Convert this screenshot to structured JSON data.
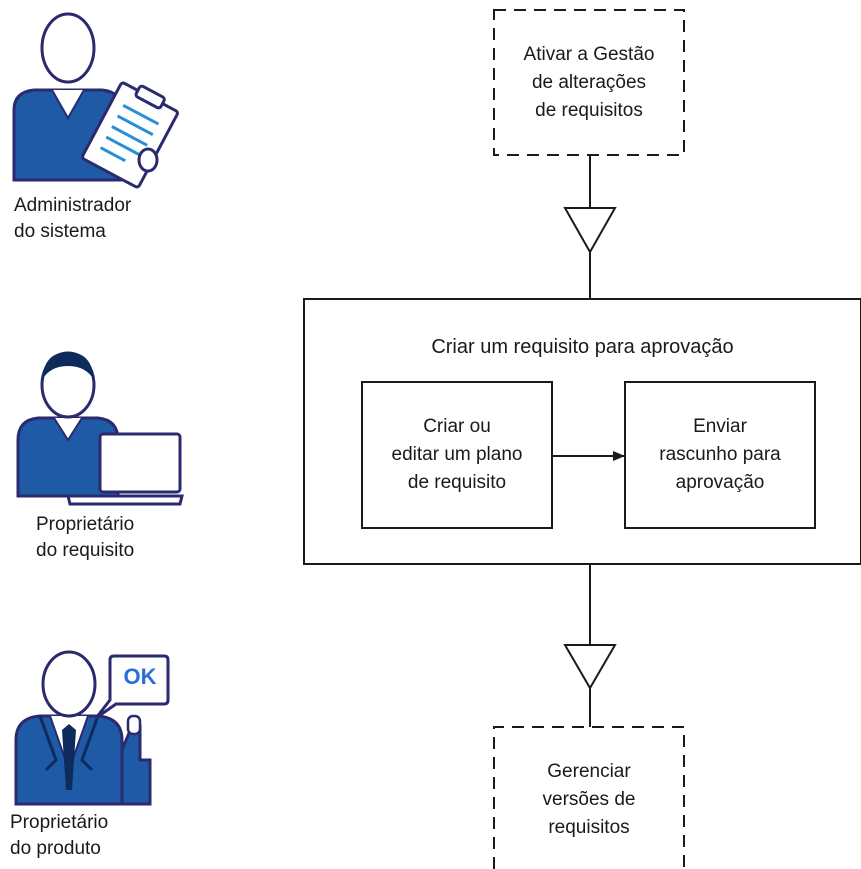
{
  "colors": {
    "figure_blue": "#1f5aa6",
    "figure_dark": "#0d2c5c",
    "outline_purple": "#2b2a6e",
    "line": "#1a1a1a",
    "ok_text": "#2a6fd6"
  },
  "roles": [
    {
      "icon": "administrator-clipboard-icon",
      "lines": [
        "Administrador",
        "do sistema"
      ]
    },
    {
      "icon": "requirement-owner-laptop-icon",
      "lines": [
        "Proprietário",
        "do requisito"
      ]
    },
    {
      "icon": "product-owner-approval-icon",
      "lines": [
        "Proprietário",
        "do produto"
      ],
      "bubble": "OK"
    }
  ],
  "flow": {
    "start": {
      "lines": [
        "Ativar a Gestão",
        "de alterações",
        "de requisitos"
      ],
      "style": "dashed"
    },
    "group": {
      "title": "Criar um requisito para aprovação",
      "steps": [
        {
          "lines": [
            "Criar ou",
            "editar um plano",
            "de requisito"
          ]
        },
        {
          "lines": [
            "Enviar",
            "rascunho para",
            "aprovação"
          ]
        }
      ]
    },
    "end": {
      "lines": [
        "Gerenciar",
        "versões de",
        "requisitos"
      ],
      "style": "dashed"
    }
  }
}
